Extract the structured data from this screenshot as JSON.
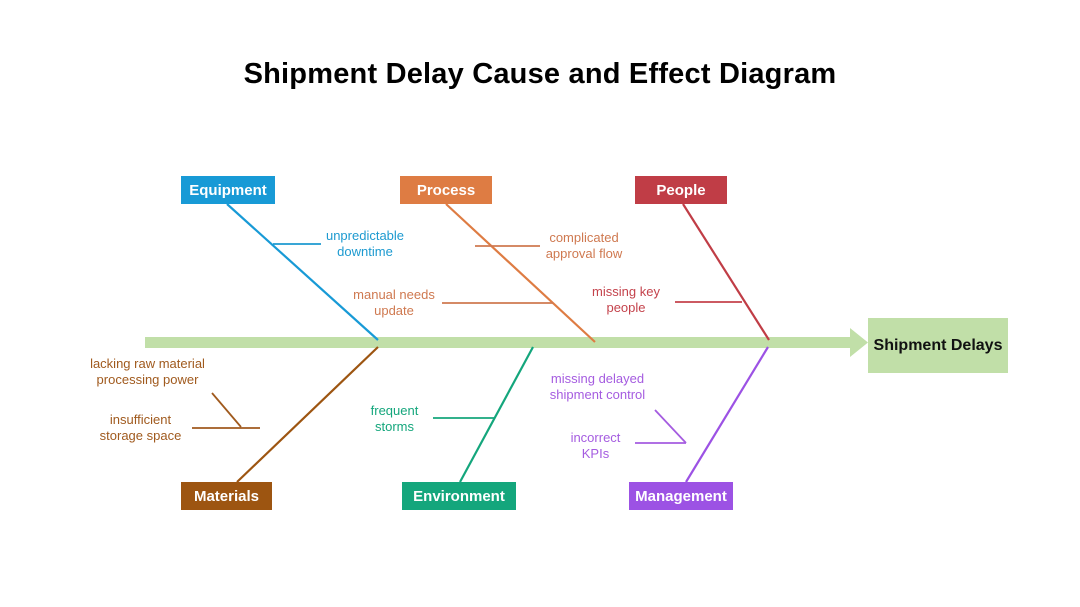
{
  "title": "Shipment Delay Cause and Effect Diagram",
  "effect": {
    "label": "Shipment Delays"
  },
  "colors": {
    "spine": "#c1dfa8",
    "effect_box": "#c1dfa8",
    "effect_text": "#111111",
    "title": "#000000"
  },
  "categories": [
    {
      "label": "Equipment",
      "side": "top",
      "color": "#189ad6",
      "text_color": "#1d9ad0",
      "causes": [
        {
          "text": "unpredictable\ndowntime"
        }
      ]
    },
    {
      "label": "Process",
      "side": "top",
      "color": "#de7c43",
      "text_color": "#cf7950",
      "causes": [
        {
          "text": "complicated\napproval flow"
        },
        {
          "text": "manual needs\nupdate"
        }
      ]
    },
    {
      "label": "People",
      "side": "top",
      "color": "#c03d46",
      "text_color": "#c4434c",
      "causes": [
        {
          "text": "missing key\npeople"
        }
      ]
    },
    {
      "label": "Materials",
      "side": "bottom",
      "color": "#9d5511",
      "text_color": "#a05a1e",
      "causes": [
        {
          "text": "lacking raw material\nprocessing power"
        },
        {
          "text": "insufficient\nstorage space"
        }
      ]
    },
    {
      "label": "Environment",
      "side": "bottom",
      "color": "#14a67c",
      "text_color": "#14a67c",
      "causes": [
        {
          "text": "frequent\nstorms"
        }
      ]
    },
    {
      "label": "Management",
      "side": "bottom",
      "color": "#9c52e4",
      "text_color": "#a55ce0",
      "causes": [
        {
          "text": "missing delayed\nshipment control"
        },
        {
          "text": "incorrect\nKPIs"
        }
      ]
    }
  ]
}
